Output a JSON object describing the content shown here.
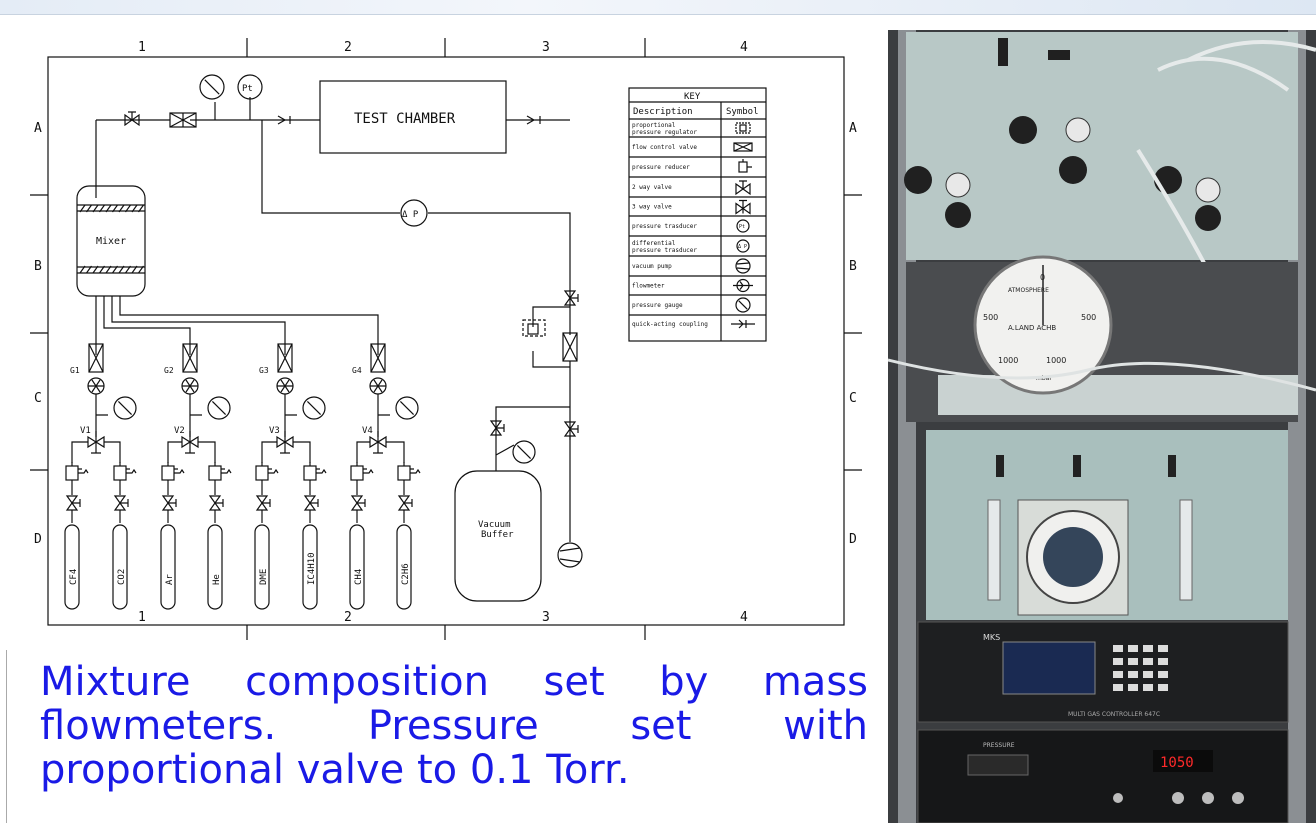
{
  "drawing": {
    "columns": [
      "1",
      "2",
      "3",
      "4"
    ],
    "rows": [
      "A",
      "B",
      "C",
      "D"
    ],
    "test_chamber": "TEST CHAMBER",
    "mixer": "Mixer",
    "vacuum_buffer": [
      "Vacuum",
      "Buffer"
    ],
    "delta_p": "Δ P",
    "pt": "Pt",
    "gauges": [
      "G1",
      "G2",
      "G3",
      "G4"
    ],
    "valves": [
      "V1",
      "V2",
      "V3",
      "V4"
    ],
    "bottles": [
      "CF4",
      "CO2",
      "Ar",
      "He",
      "DME",
      "IC4H10",
      "CH4",
      "C2H6"
    ]
  },
  "key": {
    "title": "KEY",
    "headers": [
      "Description",
      "Symbol"
    ],
    "rows": [
      {
        "description": "proportional pressure regulator",
        "symbol": "proportional-regulator-icon"
      },
      {
        "description": "flow control valve",
        "symbol": "flow-control-valve-icon"
      },
      {
        "description": "pressure reducer",
        "symbol": "pressure-reducer-icon"
      },
      {
        "description": "2 way valve",
        "symbol": "two-way-valve-icon"
      },
      {
        "description": "3 way valve",
        "symbol": "three-way-valve-icon"
      },
      {
        "description": "pressure trasducer",
        "symbol": "pressure-transducer-icon",
        "symbol_text": "Pt"
      },
      {
        "description": "differential pressure trasducer",
        "symbol": "differential-pressure-icon",
        "symbol_text": "Δ P"
      },
      {
        "description": "vacuum pump",
        "symbol": "vacuum-pump-icon"
      },
      {
        "description": "flowmeter",
        "symbol": "flowmeter-icon"
      },
      {
        "description": "pressure gauge",
        "symbol": "pressure-gauge-icon"
      },
      {
        "description": "quick-acting coupling",
        "symbol": "quick-coupling-icon"
      }
    ]
  },
  "caption": "Mixture composition set by mass flowmeters. Pressure set with proportional valve to 0.1 Torr.",
  "photo": {
    "dial_labels": [
      "0",
      "500",
      "500",
      "1000",
      "1000"
    ],
    "dial_scale_top": "ATMOSPHERE",
    "dial_center": "A.LAND  ACHB",
    "dial_unit": "mbar",
    "controller_brand": "MKS",
    "controller_caption": "MULTI GAS CONTROLLER 647C",
    "readout": "1050",
    "bottom_label": "PRESSURE"
  }
}
